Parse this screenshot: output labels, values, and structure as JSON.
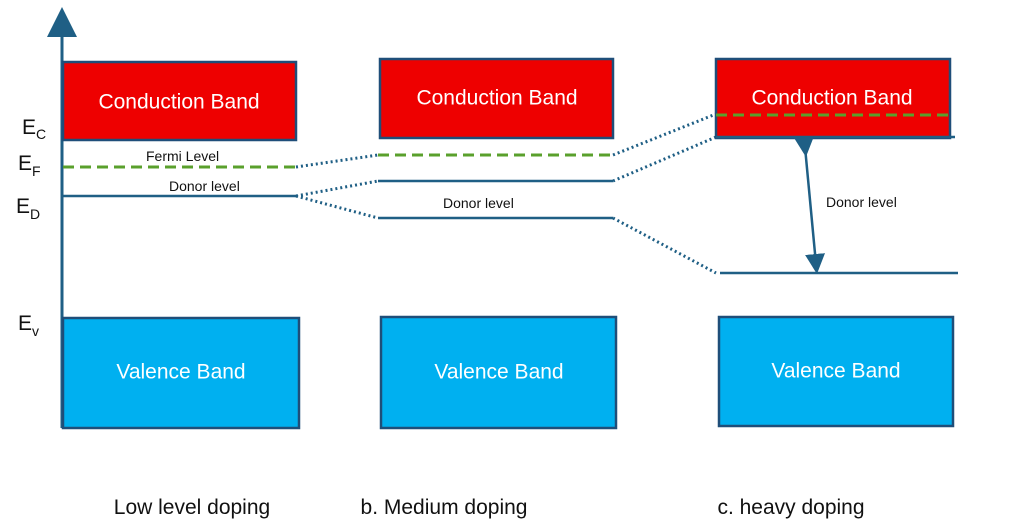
{
  "colors": {
    "conduction": "#ee0000",
    "valence": "#00b0f0",
    "band_border": "#1f4e79",
    "level_line": "#1f5f85",
    "fermi_line": "#5aa02c",
    "axis": "#1f5f85"
  },
  "axis_labels": {
    "ec_main": "E",
    "ec_sub": "C",
    "ef_main": "E",
    "ef_sub": "F",
    "ed_main": "E",
    "ed_sub": "D",
    "ev_main": "E",
    "ev_sub": "v"
  },
  "panels": [
    {
      "conduction_label": "Conduction Band",
      "valence_label": "Valence Band",
      "fermi_label": "Fermi Level",
      "donor_label": "Donor level",
      "caption": "Low level doping"
    },
    {
      "conduction_label": "Conduction Band",
      "valence_label": "Valence Band",
      "donor_label": "Donor level",
      "caption": "b. Medium doping"
    },
    {
      "conduction_label": "Conduction Band",
      "valence_label": "Valence Band",
      "donor_label": "Donor level",
      "caption": "c. heavy doping"
    }
  ]
}
